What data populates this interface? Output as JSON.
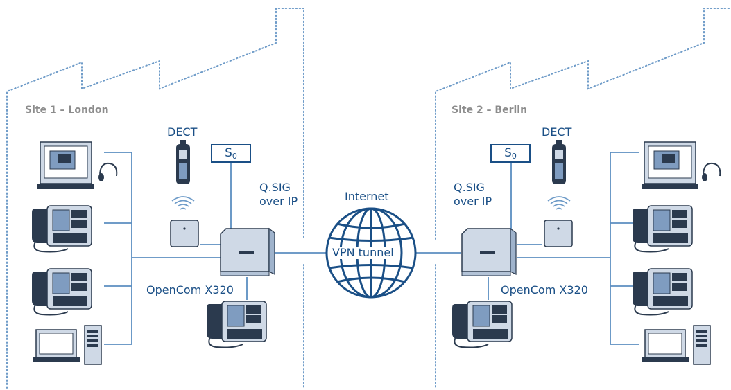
{
  "site1": {
    "label": "Site 1 – London",
    "dect_label": "DECT",
    "s0_main": "S",
    "s0_sub": "0",
    "qsig_line1": "Q.SIG",
    "qsig_line2": "over IP",
    "pbx_label": "OpenCom X320"
  },
  "site2": {
    "label": "Site 2 – Berlin",
    "dect_label": "DECT",
    "s0_main": "S",
    "s0_sub": "0",
    "qsig_line1": "Q.SIG",
    "qsig_line2": "over IP",
    "pbx_label": "OpenCom X320"
  },
  "center": {
    "internet_label": "Internet",
    "vpn_label": "VPN tunnel"
  },
  "colors": {
    "line": "#5b8ec1",
    "outline": "#6e9bc8",
    "text": "#1a4f86",
    "site_text": "#8c8c8c",
    "device_fill": "#cfd9e6",
    "device_dark": "#2b3a4e",
    "globe": "#1a4f86"
  }
}
